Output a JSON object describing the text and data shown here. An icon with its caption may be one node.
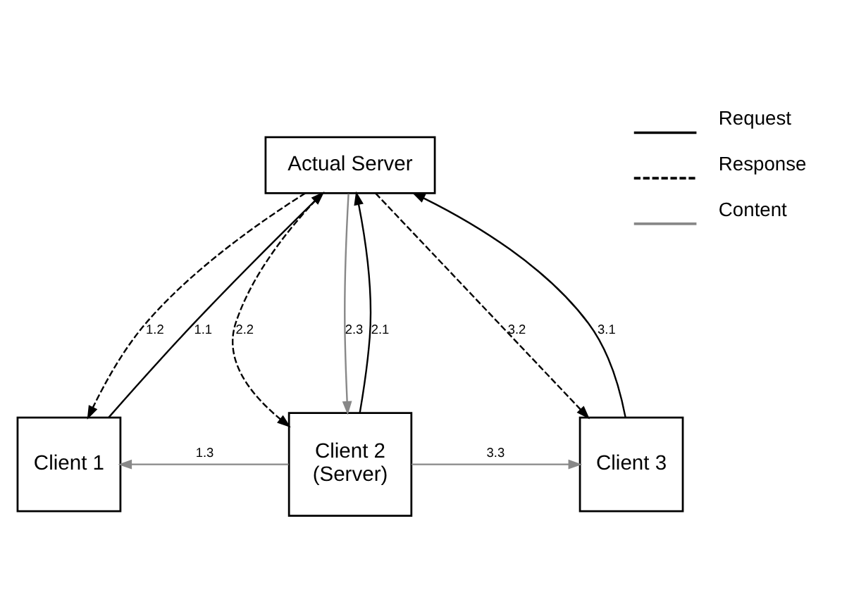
{
  "diagram": {
    "nodes": [
      {
        "text": [
          "Actual Server"
        ]
      },
      {
        "text": [
          "Client 1"
        ]
      },
      {
        "text": [
          "Client 2",
          "(Server)"
        ]
      },
      {
        "text": [
          "Client 3"
        ]
      }
    ],
    "edges": [
      {
        "from": 1,
        "to": 0,
        "arrow": "to",
        "label": "1.1"
      },
      {
        "from": 0,
        "to": 1,
        "arrow": "to",
        "label": "1.2",
        "style": "dashed"
      },
      {
        "from": 2,
        "to": 0,
        "arrow": "to",
        "label": "2.1"
      },
      {
        "from": 0,
        "to": 2,
        "arrow": "to",
        "label": "2.2",
        "style": "dashed"
      },
      {
        "from": 0,
        "to": 2,
        "arrow": "to",
        "label": "2.3",
        "color": "#888888"
      },
      {
        "from": 3,
        "to": 0,
        "arrow": "to",
        "label": "3.1"
      },
      {
        "from": 0,
        "to": 3,
        "arrow": "to",
        "label": "3.2",
        "style": "dashed"
      },
      {
        "from": 2,
        "to": 1,
        "arrow": "to",
        "label": "1.3",
        "color": "#888888"
      },
      {
        "from": 2,
        "to": 3,
        "arrow": "to",
        "label": "3.3",
        "color": "#888888"
      }
    ],
    "legend": [
      {
        "text": "Request"
      },
      {
        "text": "Response"
      },
      {
        "text": "Content"
      }
    ]
  }
}
